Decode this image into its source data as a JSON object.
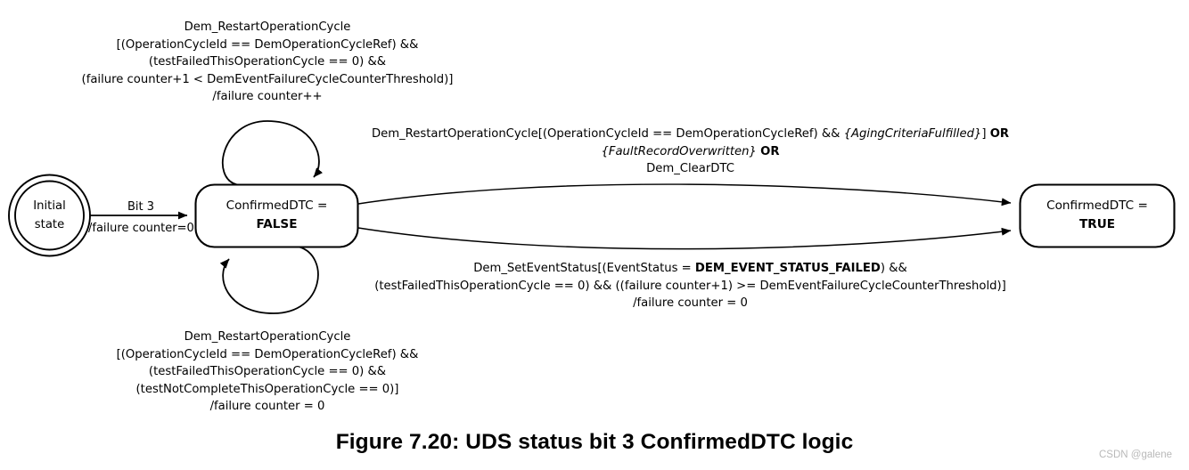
{
  "figure": {
    "caption": "Figure 7.20: UDS status bit 3 ConfirmedDTC logic",
    "watermark": "CSDN @galene"
  },
  "diagram": {
    "type": "state-machine",
    "states": [
      {
        "id": "initial",
        "shape": "double-circle",
        "line1": "Initial",
        "line2": "state"
      },
      {
        "id": "confirmed-false",
        "shape": "rounded-rect",
        "line1": "ConfirmedDTC =",
        "line2": "FALSE"
      },
      {
        "id": "confirmed-true",
        "shape": "rounded-rect",
        "line1": "ConfirmedDTC =",
        "line2": "TRUE"
      }
    ],
    "transitions": {
      "init_to_false": {
        "trigger": "Bit 3",
        "action": "/failure counter=0"
      },
      "self_loop_top": {
        "lines": [
          "Dem_RestartOperationCycle",
          "[(OperationCycleId == DemOperationCycleRef) &&",
          "(testFailedThisOperationCycle == 0) &&",
          "(failure counter+1 < DemEventFailureCycleCounterThreshold)]",
          "/failure counter++"
        ]
      },
      "self_loop_bottom": {
        "lines": [
          "Dem_RestartOperationCycle",
          "[(OperationCycleId == DemOperationCycleRef) &&",
          "(testFailedThisOperationCycle == 0) &&",
          "(testNotCompleteThisOperationCycle == 0)]",
          "/failure counter = 0"
        ]
      },
      "true_to_false": {
        "line1_a": "Dem_RestartOperationCycle[(OperationCycleId == DemOperationCycleRef) && ",
        "line1_italic": "{AgingCriteriaFulfilled}",
        "line1_b": "] ",
        "line1_or": "OR",
        "line2_italic": "{FaultRecordOverwritten}",
        "line2_or": "OR",
        "line3": "Dem_ClearDTC"
      },
      "false_to_true": {
        "line1_a": "Dem_SetEventStatus[(EventStatus = ",
        "line1_bold": "DEM_EVENT_STATUS_FAILED",
        "line1_b": ") &&",
        "line2": "(testFailedThisOperationCycle == 0) && ((failure counter+1) >= DemEventFailureCycleCounterThreshold)]",
        "line3": "/failure counter = 0"
      }
    }
  }
}
